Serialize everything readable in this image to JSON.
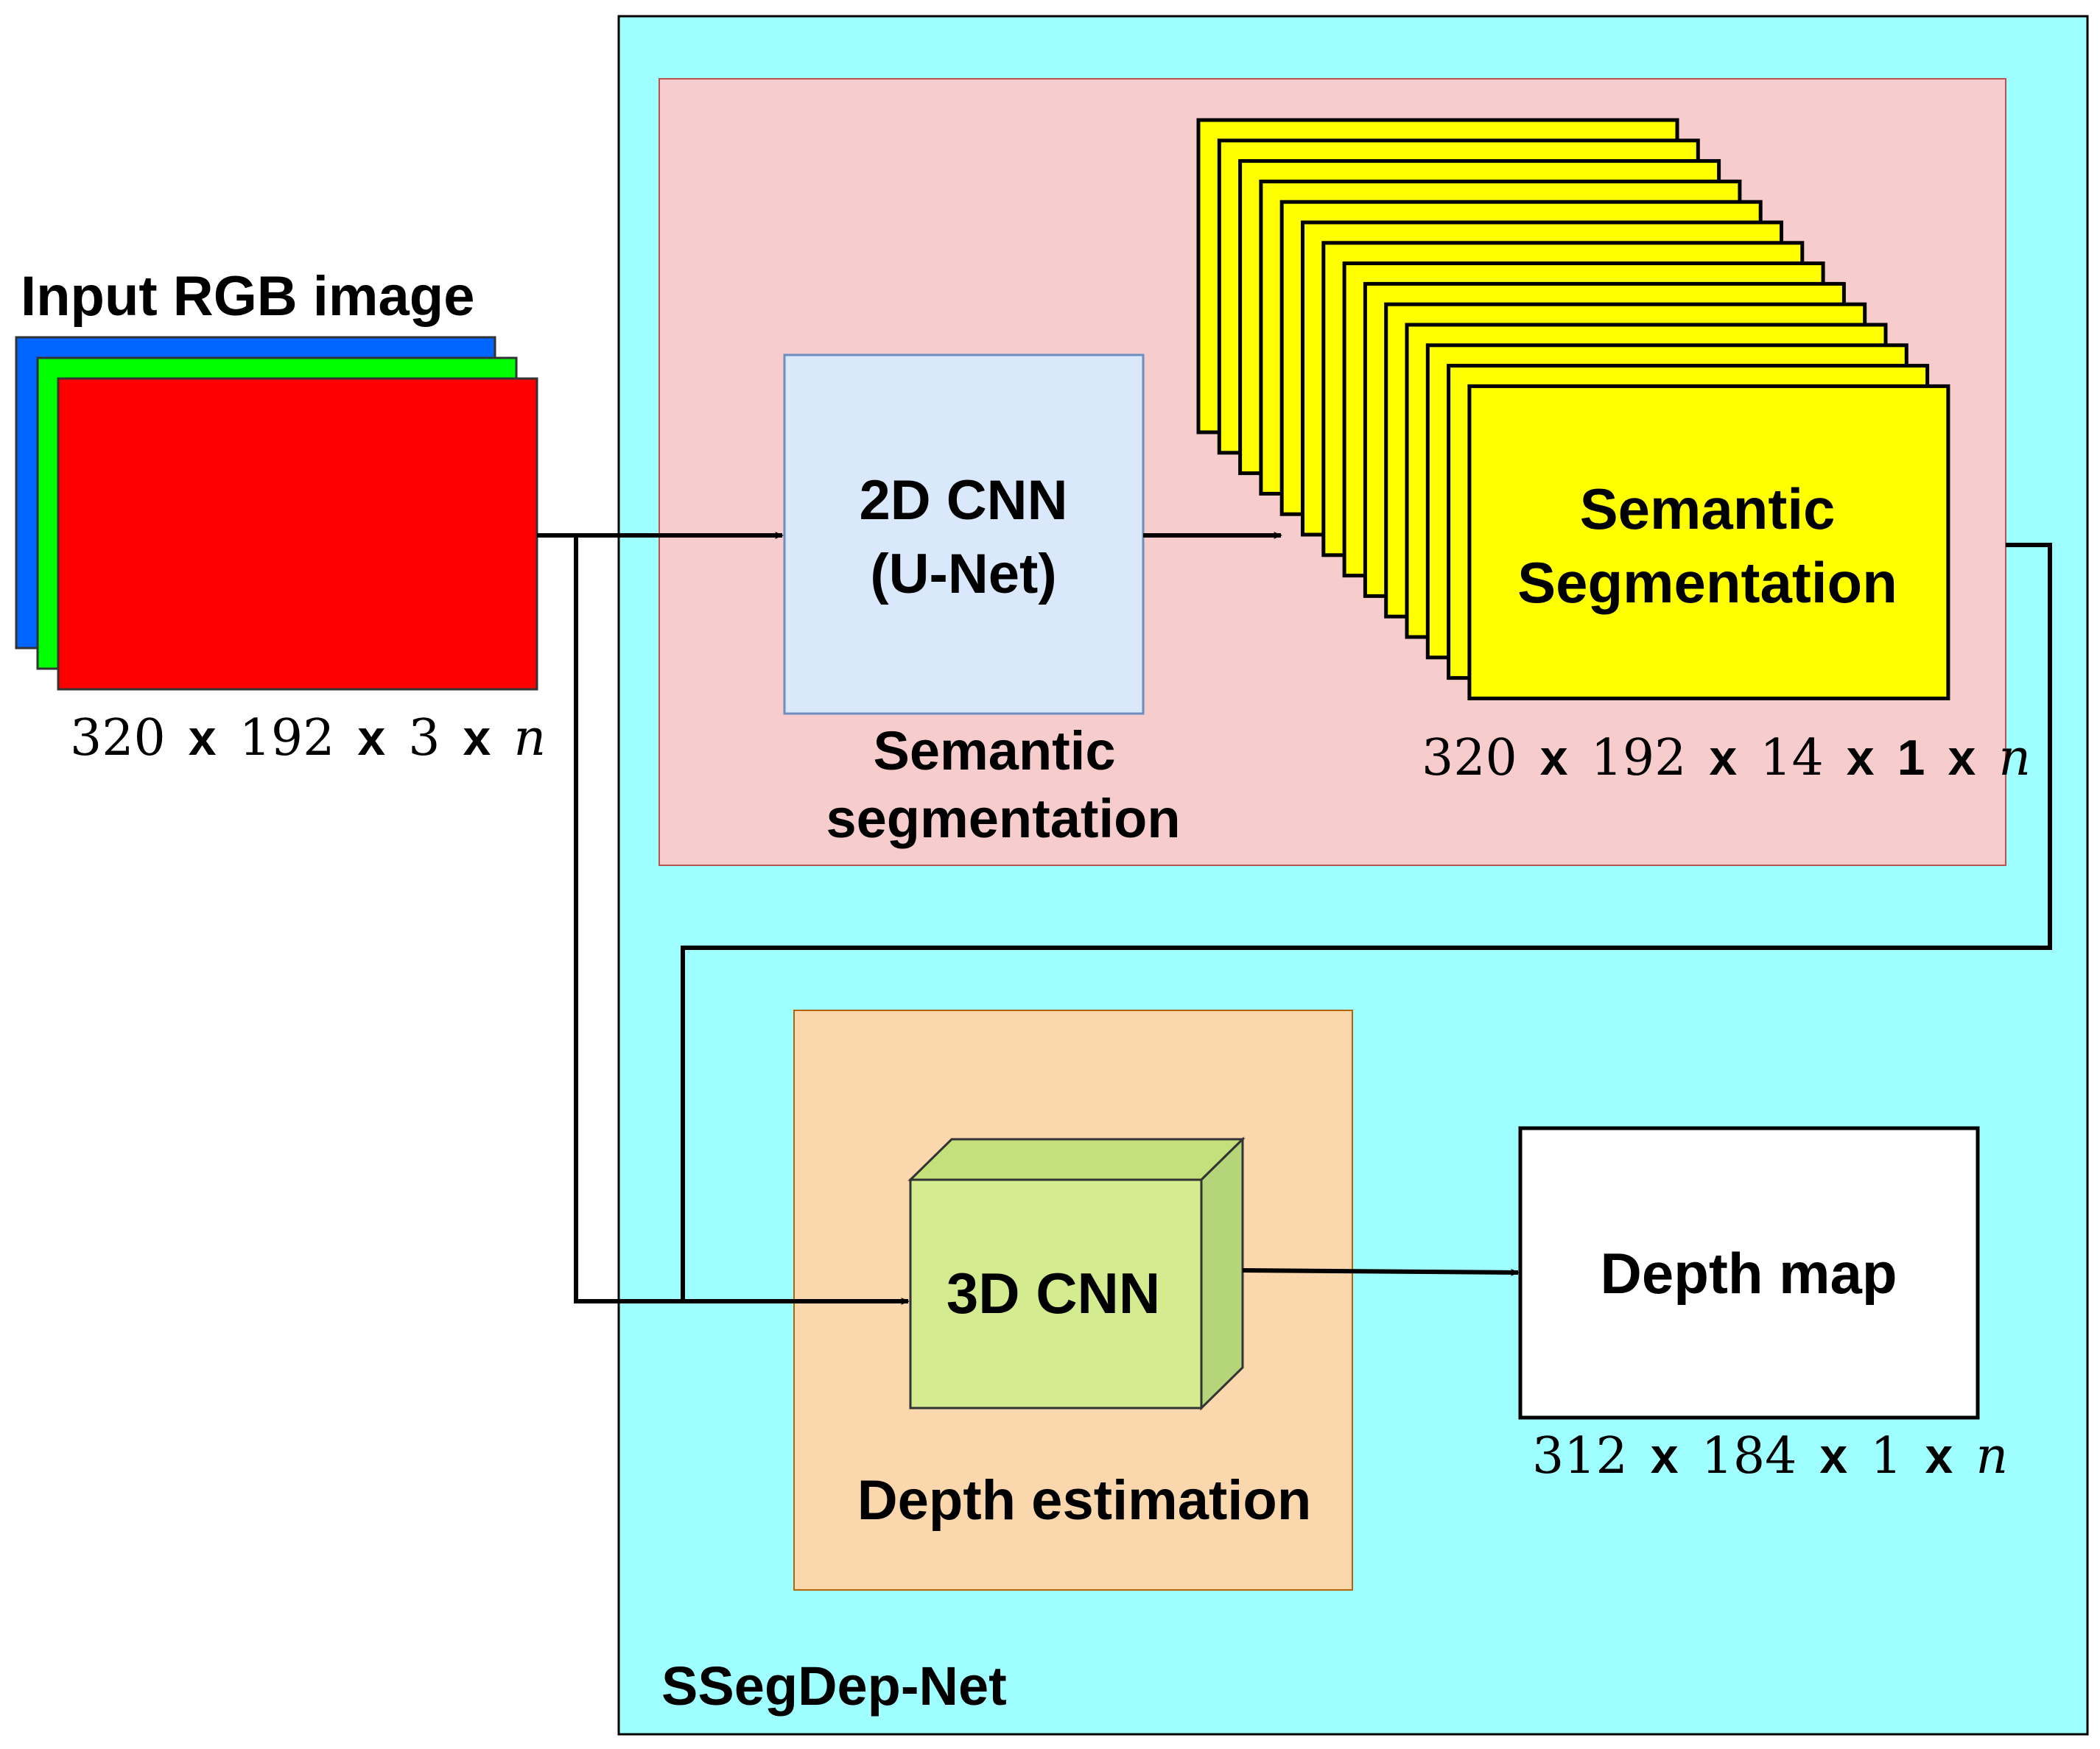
{
  "input": {
    "title": "Input RGB image",
    "dims": [
      "320",
      "192",
      "3"
    ]
  },
  "segmentation": {
    "cnn_line1": "2D CNN",
    "cnn_line2": "(U-Net)",
    "caption_line1": "Semantic",
    "caption_line2": "segmentation",
    "output_line1": "Semantic",
    "output_line2": "Segmentation",
    "output_dims": [
      "320",
      "192",
      "14"
    ],
    "output_bold_dim": "1"
  },
  "depth": {
    "cnn_label": "3D CNN",
    "caption": "Depth estimation",
    "output_label": "Depth map",
    "output_dims": [
      "312",
      "184",
      "1"
    ]
  },
  "network": {
    "name": "SSegDep-Net"
  },
  "symbols": {
    "times": "x",
    "n": "n"
  },
  "colors": {
    "outer_panel": "#9ffeff",
    "seg_panel": "#f6cccc",
    "cnn2d_fill": "#dae8fc",
    "cnn2d_stroke": "#6c8ebf",
    "yellow": "#ffff00",
    "depth_panel": "#fad7ac",
    "depth_stroke": "#b46504",
    "cube_front": "#d5eb8f",
    "cube_top": "#c3e07b",
    "cube_side": "#b5d57a",
    "red": "#ff0000",
    "green": "#00ff00",
    "blue": "#0066ff"
  }
}
